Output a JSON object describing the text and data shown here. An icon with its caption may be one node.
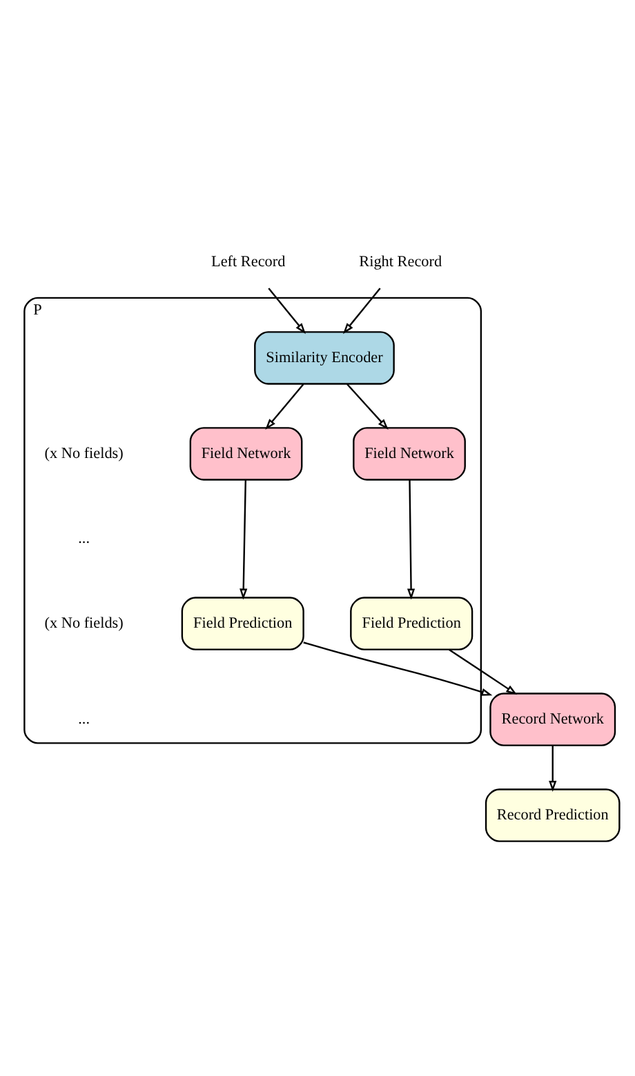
{
  "diagram": {
    "nodes": [
      {
        "text": [
          "Left Record"
        ]
      },
      {
        "text": [
          "Right Record"
        ]
      },
      {
        "text": [
          "P"
        ]
      },
      {
        "text": [
          "Similarity Encoder"
        ],
        "in": 2
      },
      {
        "text": [
          "Field Network"
        ],
        "in": 2
      },
      {
        "text": [
          "Field Network"
        ],
        "in": 2
      },
      {
        "text": [
          "Field Prediction"
        ],
        "in": 2
      },
      {
        "text": [
          "Field Prediction"
        ],
        "in": 2
      },
      {
        "text": [
          "Record Network"
        ]
      },
      {
        "text": [
          "Record Prediction"
        ]
      }
    ],
    "edges": [
      {
        "from": 0,
        "to": 3,
        "arrow": "to"
      },
      {
        "from": 1,
        "to": 3,
        "arrow": "to"
      },
      {
        "from": 3,
        "to": 4,
        "arrow": "to"
      },
      {
        "from": 3,
        "to": 5,
        "arrow": "to"
      },
      {
        "from": 4,
        "to": 6,
        "arrow": "to"
      },
      {
        "from": 5,
        "to": 7,
        "arrow": "to"
      },
      {
        "from": 6,
        "to": 8,
        "arrow": "to"
      },
      {
        "from": 7,
        "to": 8,
        "arrow": "to"
      },
      {
        "from": 8,
        "to": 9,
        "arrow": "to"
      }
    ],
    "labels": [
      "(x No fields)",
      "...",
      "(x No fields)",
      "..."
    ]
  }
}
